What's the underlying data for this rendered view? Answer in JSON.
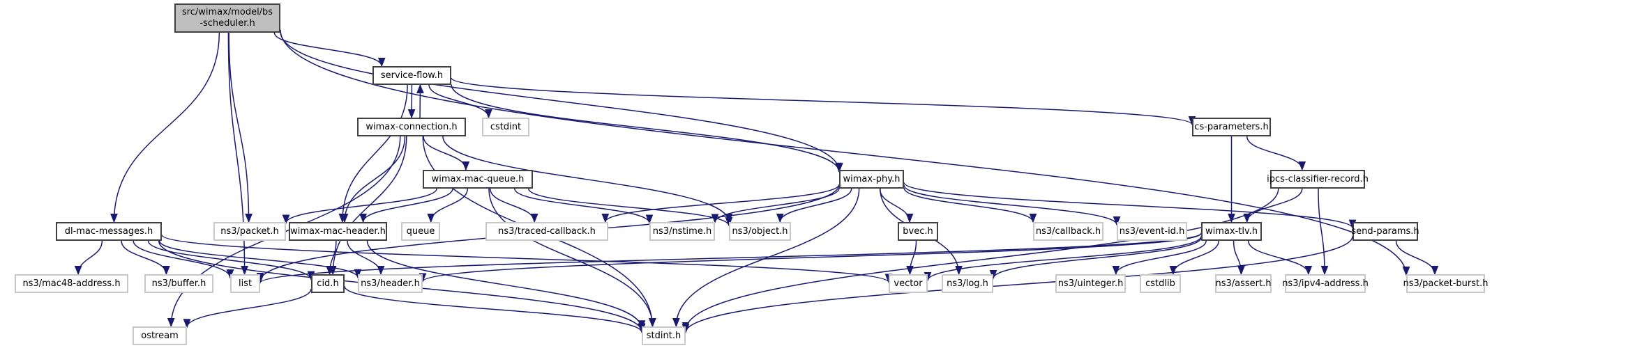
{
  "graph_title": "Include dependency graph for bs-scheduler.h",
  "edge_color": "#191970",
  "nodes": {
    "root": {
      "label": "src/wimax/model/bs\n-scheduler.h",
      "line1": "src/wimax/model/bs",
      "line2": "-scheduler.h",
      "kind": "root"
    },
    "service_flow": {
      "label": "service-flow.h",
      "kind": "internal"
    },
    "wimax_connection": {
      "label": "wimax-connection.h",
      "kind": "internal"
    },
    "cstdint": {
      "label": "cstdint",
      "kind": "external"
    },
    "cs_parameters": {
      "label": "cs-parameters.h",
      "kind": "internal"
    },
    "wimax_mac_queue": {
      "label": "wimax-mac-queue.h",
      "kind": "internal"
    },
    "wimax_phy": {
      "label": "wimax-phy.h",
      "kind": "internal"
    },
    "ipcs_classifier_record": {
      "label": "ipcs-classifier-record.h",
      "kind": "internal"
    },
    "dl_mac_messages": {
      "label": "dl-mac-messages.h",
      "kind": "internal"
    },
    "ns3_packet": {
      "label": "ns3/packet.h",
      "kind": "external"
    },
    "wimax_mac_header": {
      "label": "wimax-mac-header.h",
      "kind": "internal"
    },
    "queue": {
      "label": "queue",
      "kind": "external"
    },
    "ns3_traced_callback": {
      "label": "ns3/traced-callback.h",
      "kind": "external"
    },
    "ns3_nstime": {
      "label": "ns3/nstime.h",
      "kind": "external"
    },
    "ns3_object": {
      "label": "ns3/object.h",
      "kind": "external"
    },
    "bvec": {
      "label": "bvec.h",
      "kind": "internal"
    },
    "ns3_callback": {
      "label": "ns3/callback.h",
      "kind": "external"
    },
    "ns3_event_id": {
      "label": "ns3/event-id.h",
      "kind": "external"
    },
    "wimax_tlv": {
      "label": "wimax-tlv.h",
      "kind": "internal"
    },
    "send_params": {
      "label": "send-params.h",
      "kind": "internal"
    },
    "ns3_mac48_address": {
      "label": "ns3/mac48-address.h",
      "kind": "external"
    },
    "ns3_buffer": {
      "label": "ns3/buffer.h",
      "kind": "external"
    },
    "list": {
      "label": "list",
      "kind": "external"
    },
    "cid": {
      "label": "cid.h",
      "kind": "internal"
    },
    "ns3_header": {
      "label": "ns3/header.h",
      "kind": "external"
    },
    "vector": {
      "label": "vector",
      "kind": "external"
    },
    "ns3_log": {
      "label": "ns3/log.h",
      "kind": "external"
    },
    "ns3_uinteger": {
      "label": "ns3/uinteger.h",
      "kind": "external"
    },
    "cstdlib": {
      "label": "cstdlib",
      "kind": "external"
    },
    "ns3_assert": {
      "label": "ns3/assert.h",
      "kind": "external"
    },
    "ns3_ipv4_address": {
      "label": "ns3/ipv4-address.h",
      "kind": "external"
    },
    "ns3_packet_burst": {
      "label": "ns3/packet-burst.h",
      "kind": "external"
    },
    "ostream": {
      "label": "ostream",
      "kind": "external"
    },
    "stdint": {
      "label": "stdint.h",
      "kind": "external"
    }
  },
  "edges": [
    [
      "root",
      "service_flow"
    ],
    [
      "root",
      "wimax_phy"
    ],
    [
      "root",
      "ns3_packet_burst"
    ],
    [
      "root",
      "dl_mac_messages"
    ],
    [
      "root",
      "ns3_packet"
    ],
    [
      "root",
      "list"
    ],
    [
      "service_flow",
      "wimax_connection"
    ],
    [
      "service_flow",
      "cstdint"
    ],
    [
      "service_flow",
      "cs_parameters"
    ],
    [
      "service_flow",
      "wimax_phy"
    ],
    [
      "service_flow",
      "wimax_mac_header"
    ],
    [
      "wimax_connection",
      "service_flow"
    ],
    [
      "wimax_connection",
      "wimax_mac_queue"
    ],
    [
      "wimax_connection",
      "wimax_mac_header"
    ],
    [
      "wimax_connection",
      "cid"
    ],
    [
      "wimax_connection",
      "ns3_object"
    ],
    [
      "wimax_connection",
      "stdint"
    ],
    [
      "wimax_connection",
      "ostream"
    ],
    [
      "wimax_mac_queue",
      "ns3_packet"
    ],
    [
      "wimax_mac_queue",
      "wimax_mac_header"
    ],
    [
      "wimax_mac_queue",
      "queue"
    ],
    [
      "wimax_mac_queue",
      "ns3_traced_callback"
    ],
    [
      "wimax_mac_queue",
      "ns3_nstime"
    ],
    [
      "wimax_mac_queue",
      "ns3_object"
    ],
    [
      "wimax_mac_queue",
      "stdint"
    ],
    [
      "wimax_phy",
      "ns3_traced_callback"
    ],
    [
      "wimax_phy",
      "ns3_nstime"
    ],
    [
      "wimax_phy",
      "ns3_object"
    ],
    [
      "wimax_phy",
      "bvec"
    ],
    [
      "wimax_phy",
      "ns3_callback"
    ],
    [
      "wimax_phy",
      "ns3_event_id"
    ],
    [
      "wimax_phy",
      "send_params"
    ],
    [
      "wimax_phy",
      "ns3_log"
    ],
    [
      "wimax_phy",
      "list"
    ],
    [
      "wimax_phy",
      "stdint"
    ],
    [
      "cs_parameters",
      "wimax_tlv"
    ],
    [
      "cs_parameters",
      "ipcs_classifier_record"
    ],
    [
      "ipcs_classifier_record",
      "wimax_tlv"
    ],
    [
      "ipcs_classifier_record",
      "ns3_ipv4_address"
    ],
    [
      "ipcs_classifier_record",
      "stdint"
    ],
    [
      "dl_mac_messages",
      "ns3_mac48_address"
    ],
    [
      "dl_mac_messages",
      "ns3_buffer"
    ],
    [
      "dl_mac_messages",
      "list"
    ],
    [
      "dl_mac_messages",
      "cid"
    ],
    [
      "dl_mac_messages",
      "ns3_header"
    ],
    [
      "dl_mac_messages",
      "vector"
    ],
    [
      "dl_mac_messages",
      "stdint"
    ],
    [
      "wimax_mac_header",
      "cid"
    ],
    [
      "wimax_mac_header",
      "ns3_header"
    ],
    [
      "wimax_mac_header",
      "stdint"
    ],
    [
      "bvec",
      "vector"
    ],
    [
      "wimax_tlv",
      "ns3_ipv4_address"
    ],
    [
      "wimax_tlv",
      "ns3_assert"
    ],
    [
      "wimax_tlv",
      "cstdlib"
    ],
    [
      "wimax_tlv",
      "ns3_uinteger"
    ],
    [
      "wimax_tlv",
      "ns3_log"
    ],
    [
      "wimax_tlv",
      "vector"
    ],
    [
      "wimax_tlv",
      "ns3_header"
    ],
    [
      "wimax_tlv",
      "list"
    ],
    [
      "send_params",
      "ns3_packet_burst"
    ],
    [
      "send_params",
      "stdint"
    ],
    [
      "cid",
      "ostream"
    ],
    [
      "cid",
      "stdint"
    ]
  ]
}
